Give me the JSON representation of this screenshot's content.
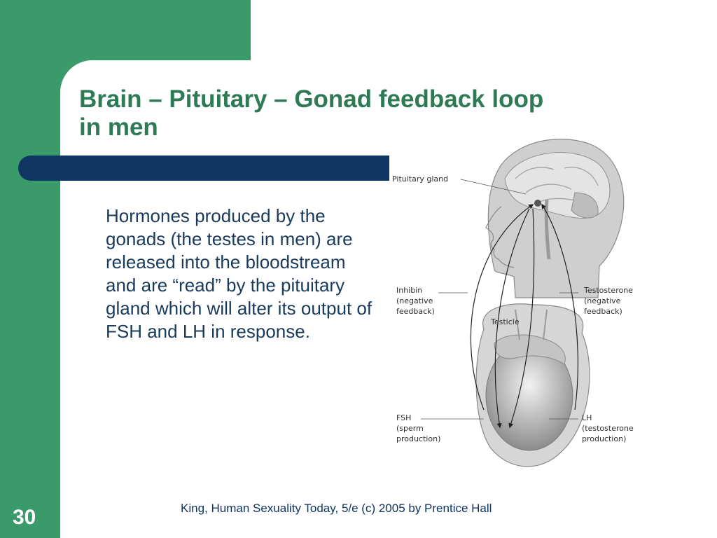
{
  "slide": {
    "title": "Brain – Pituitary – Gonad feedback loop\n in men",
    "body": "Hormones produced by the gonads (the testes in men) are released into the bloodstream and are “read” by the pituitary gland which will alter its output of FSH and LH in response.",
    "footer": "King, Human Sexuality Today, 5/e (c) 2005 by Prentice Hall",
    "number": "30"
  },
  "figure": {
    "pituitary_label": "Pituitary gland",
    "inhibin_label": [
      "Inhibin",
      "(negative",
      "feedback)"
    ],
    "testosterone_label": [
      "Testosterone",
      "(negative",
      "feedback)"
    ],
    "testicle_label": "Testicle",
    "fsh_label": [
      "FSH",
      "(sperm",
      "production)"
    ],
    "lh_label": [
      "LH",
      "(testosterone",
      "production)"
    ]
  },
  "colors": {
    "green": "#3a9a6a",
    "title": "#2e7a55",
    "navy": "#0f3563",
    "body_text": "#1a3a5c"
  }
}
